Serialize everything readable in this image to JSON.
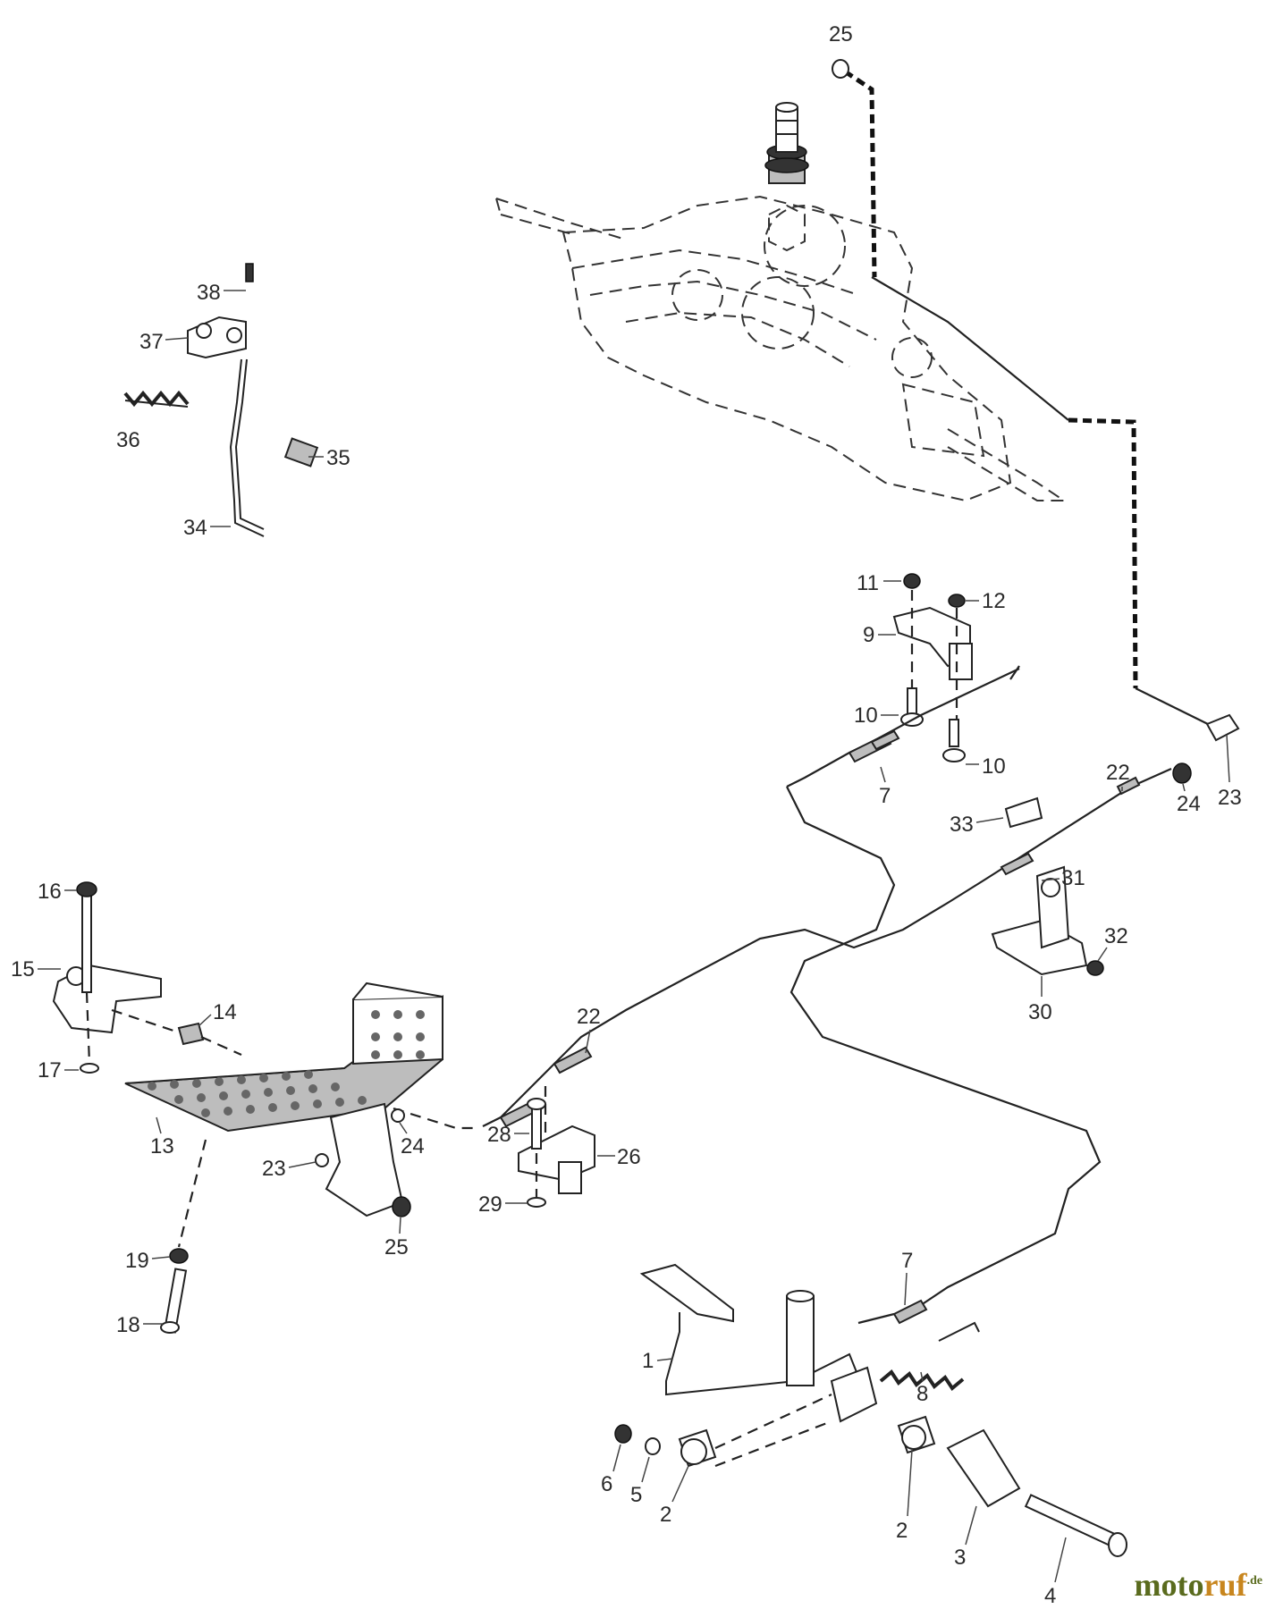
{
  "diagram": {
    "callouts": [
      "1",
      "2",
      "2",
      "3",
      "4",
      "5",
      "6",
      "7",
      "7",
      "8",
      "9",
      "10",
      "10",
      "11",
      "12",
      "13",
      "14",
      "15",
      "16",
      "17",
      "18",
      "19",
      "22",
      "22",
      "23",
      "23",
      "24",
      "24",
      "25",
      "25",
      "26",
      "28",
      "29",
      "30",
      "31",
      "32",
      "33",
      "34",
      "35",
      "36",
      "37",
      "38"
    ]
  },
  "brand": {
    "part1": "moto",
    "part2": "ruf",
    "suffix": ".de"
  }
}
